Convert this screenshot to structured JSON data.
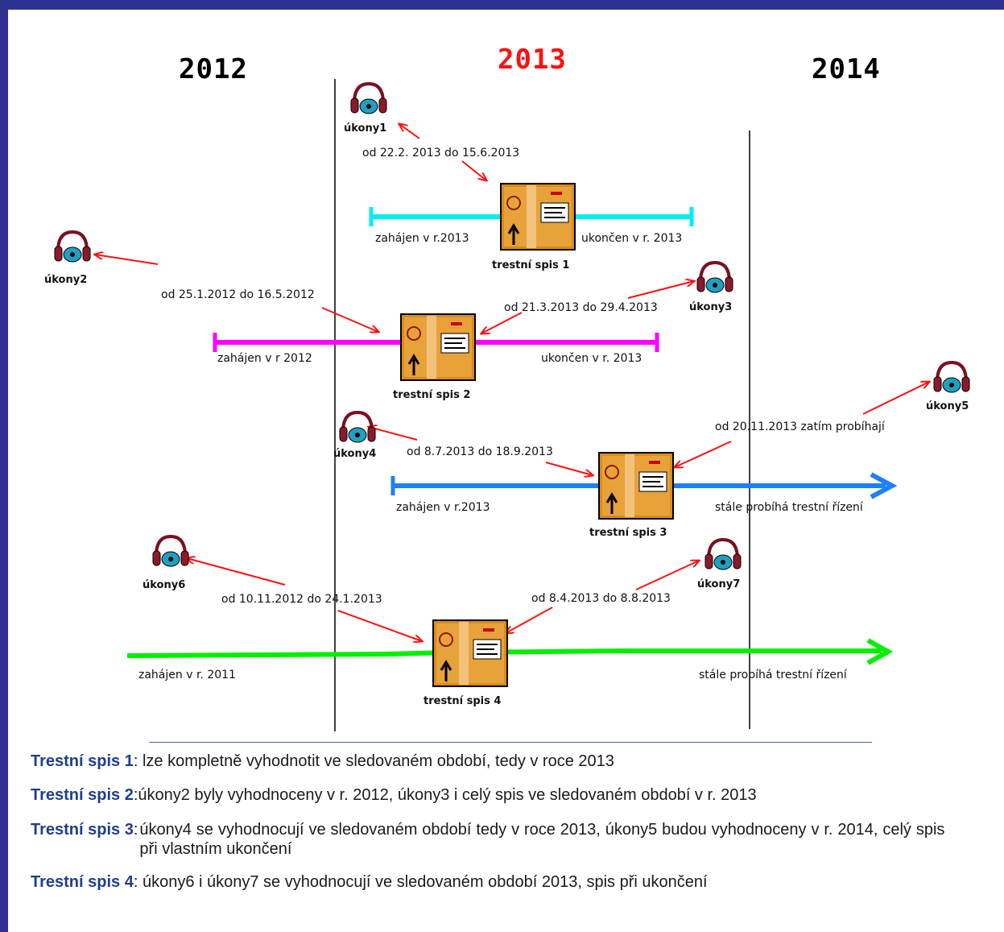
{
  "years": [
    "2012",
    "2013",
    "2014"
  ],
  "ukony": [
    {
      "name": "úkony1"
    },
    {
      "name": "úkony2"
    },
    {
      "name": "úkony3"
    },
    {
      "name": "úkony4"
    },
    {
      "name": "úkony5"
    },
    {
      "name": "úkony6"
    },
    {
      "name": "úkony7"
    }
  ],
  "spisy": [
    {
      "name": "trestní spis 1",
      "start": "zahájen v r.2013",
      "end": "ukončen v r. 2013",
      "color": "#00f0f0"
    },
    {
      "name": "trestní spis 2",
      "start": "zahájen v r  2012",
      "end": "ukončen v r. 2013",
      "color": "#ff00ff"
    },
    {
      "name": "trestní spis 3",
      "start": "zahájen v r.2013",
      "end": "stále probíhá trestní řízení",
      "color": "#1e7fff"
    },
    {
      "name": "trestní spis 4",
      "start": "zahájen v r. 2011",
      "end": "stále probíhá trestní řízení",
      "color": "#00f000"
    }
  ],
  "intervals": [
    "od 22.2. 2013 do 15.6.2013",
    "od 25.1.2012 do 16.5.2012",
    "od 21.3.2013 do 29.4.2013",
    "od 8.7.2013  do 18.9.2013",
    "od 20.11.2013 zatím probíhají",
    "od 10.11.2012  do 24.1.2013",
    "od 8.4.2013 do 8.8.2013"
  ],
  "descriptions": [
    {
      "title": "Trestní spis 1",
      "sep": ":",
      "text": "  lze kompletně vyhodnotit ve sledovaném období, tedy v  roce 2013"
    },
    {
      "title": "Trestní spis 2",
      "sep": ":",
      "text": "úkony2 byly vyhodnoceny v r. 2012, úkony3 i celý spis ve sledovaném období v r. 2013"
    },
    {
      "title": "Trestní spis 3",
      "sep": ":",
      "text": " úkony4 se vyhodnocují ve sledovaném období tedy v roce 2013, úkony5 budou vyhodnoceny v r. 2014, celý spis při vlastním ukončení"
    },
    {
      "title": "Trestní spis 4",
      "sep": ":",
      "text": "  úkony6 i úkony7 se vyhodnocují ve sledovaném období 2013, spis při ukončení"
    }
  ],
  "colors": {
    "frame": "#2f3190",
    "arrow": "#ff1010",
    "year_highlight": "#ff1010",
    "desc_title": "#1f3e8f"
  },
  "icons": {
    "ukony": "headphones-phone-icon",
    "spis": "package-box-icon"
  }
}
